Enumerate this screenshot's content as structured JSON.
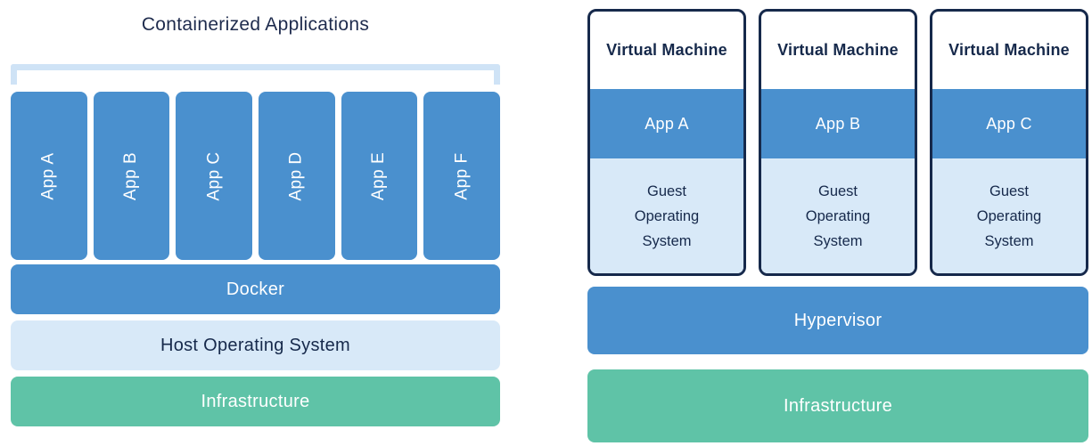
{
  "colors": {
    "blue": "#4a90ce",
    "light_blue": "#d8e9f8",
    "green": "#5fc3a7",
    "navy": "#16294b",
    "bracket_blue": "#cfe3f6"
  },
  "containers": {
    "title": "Containerized Applications",
    "apps": [
      "App A",
      "App B",
      "App C",
      "App D",
      "App E",
      "App F"
    ],
    "layers": {
      "docker": "Docker",
      "host_os": "Host Operating System",
      "infrastructure": "Infrastructure"
    }
  },
  "virtual_machines": {
    "machines": [
      {
        "title": "Virtual Machine",
        "app": "App A",
        "guest_os": "Guest Operating System"
      },
      {
        "title": "Virtual Machine",
        "app": "App B",
        "guest_os": "Guest Operating System"
      },
      {
        "title": "Virtual Machine",
        "app": "App C",
        "guest_os": "Guest Operating System"
      }
    ],
    "layers": {
      "hypervisor": "Hypervisor",
      "infrastructure": "Infrastructure"
    }
  }
}
